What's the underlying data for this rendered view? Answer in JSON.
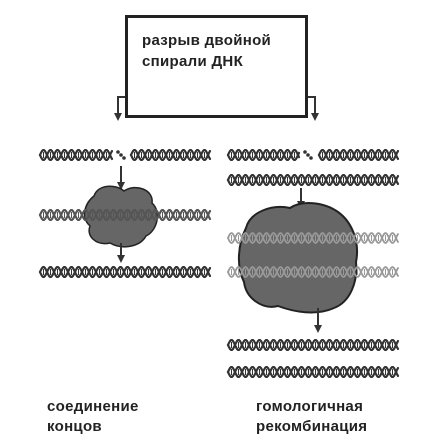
{
  "title": {
    "line1": "разрыв двойной",
    "line2": "спирали ДНК"
  },
  "pathways": {
    "left": {
      "line1": "соединение",
      "line2": "концов"
    },
    "right": {
      "line1": "гомологичная",
      "line2": "рекомбинация"
    }
  }
}
